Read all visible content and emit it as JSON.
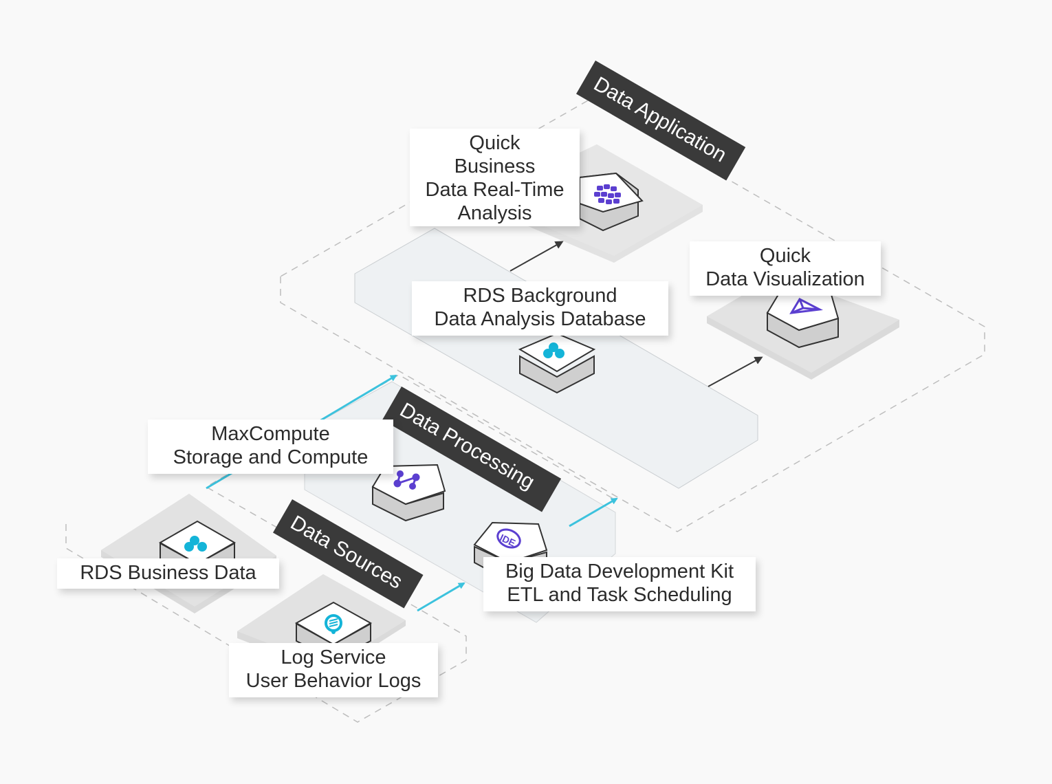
{
  "diagram": {
    "colors": {
      "background": "#f9f9f9",
      "banner": "#3a3a3a",
      "banner_text": "#ffffff",
      "flow_arrow_cyan": "#3cc2dd",
      "flow_arrow_dark": "#3a3a3a",
      "icon_cyan": "#14b4d8",
      "icon_purple": "#5b3fd0",
      "dashed_border": "#bdbdbd",
      "zone_fill": "#eef1f3",
      "platform_fill": "#e2e2e2"
    },
    "layers": [
      {
        "id": "data-application",
        "title": "Data Application"
      },
      {
        "id": "data-processing",
        "title": "Data Processing"
      },
      {
        "id": "data-sources",
        "title": "Data Sources"
      }
    ],
    "nodes": [
      {
        "id": "quick-bi",
        "layer": "data-application",
        "icon": "cube-grid-icon",
        "lines": [
          "Quick",
          "Business",
          "Data Real-Time",
          "Analysis"
        ]
      },
      {
        "id": "quick-dv",
        "layer": "data-application",
        "icon": "tetrahedron-icon",
        "lines": [
          "Quick",
          "Data Visualization"
        ]
      },
      {
        "id": "rds-background",
        "layer": "data-application",
        "icon": "rds-cluster-icon",
        "lines": [
          "RDS Background",
          "Data Analysis Database"
        ]
      },
      {
        "id": "maxcompute",
        "layer": "data-processing",
        "icon": "graph-nodes-icon",
        "lines": [
          "MaxCompute",
          "Storage and Compute"
        ]
      },
      {
        "id": "dataworks",
        "layer": "data-processing",
        "icon": "ide-icon",
        "lines": [
          "Big Data Development Kit",
          "ETL and Task Scheduling"
        ]
      },
      {
        "id": "rds-business",
        "layer": "data-sources",
        "icon": "rds-cluster-icon",
        "lines": [
          "RDS Business Data"
        ]
      },
      {
        "id": "log-service",
        "layer": "data-sources",
        "icon": "log-chat-icon",
        "lines": [
          "Log Service",
          "User Behavior Logs"
        ]
      }
    ],
    "edges": [
      {
        "from": "data-sources",
        "to": "data-processing",
        "style": "cyan"
      },
      {
        "from": "data-processing",
        "to": "data-application",
        "style": "cyan"
      },
      {
        "from": "rds-background",
        "to": "quick-bi",
        "style": "dark"
      },
      {
        "from": "rds-background",
        "to": "quick-dv",
        "style": "dark"
      }
    ]
  }
}
